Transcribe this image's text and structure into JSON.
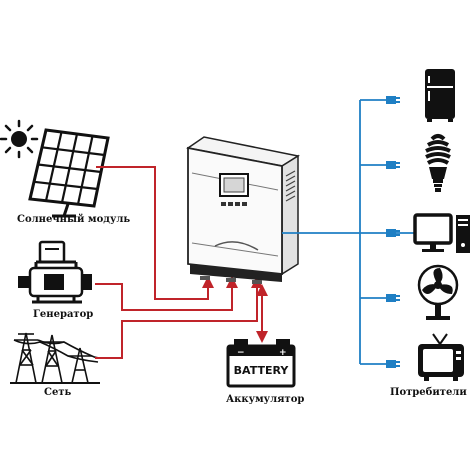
{
  "labels": {
    "solar": "Солнечный модуль",
    "generator": "Генератор",
    "grid": "Сеть",
    "battery": "Аккумулятор",
    "consumers": "Потребители",
    "battery_text": "BATTERY"
  },
  "colors": {
    "input_lines": "#c0242a",
    "output_lines": "#1f7fc4",
    "outline": "#222222"
  },
  "icons": {
    "sun": "sun-icon",
    "solar_panel": "solar-panel-icon",
    "generator": "generator-icon",
    "grid": "power-grid-icon",
    "inverter": "inverter-icon",
    "battery": "battery-icon",
    "consumers": [
      "fridge-icon",
      "lamp-icon",
      "computer-icon",
      "fan-icon",
      "tv-icon"
    ]
  }
}
